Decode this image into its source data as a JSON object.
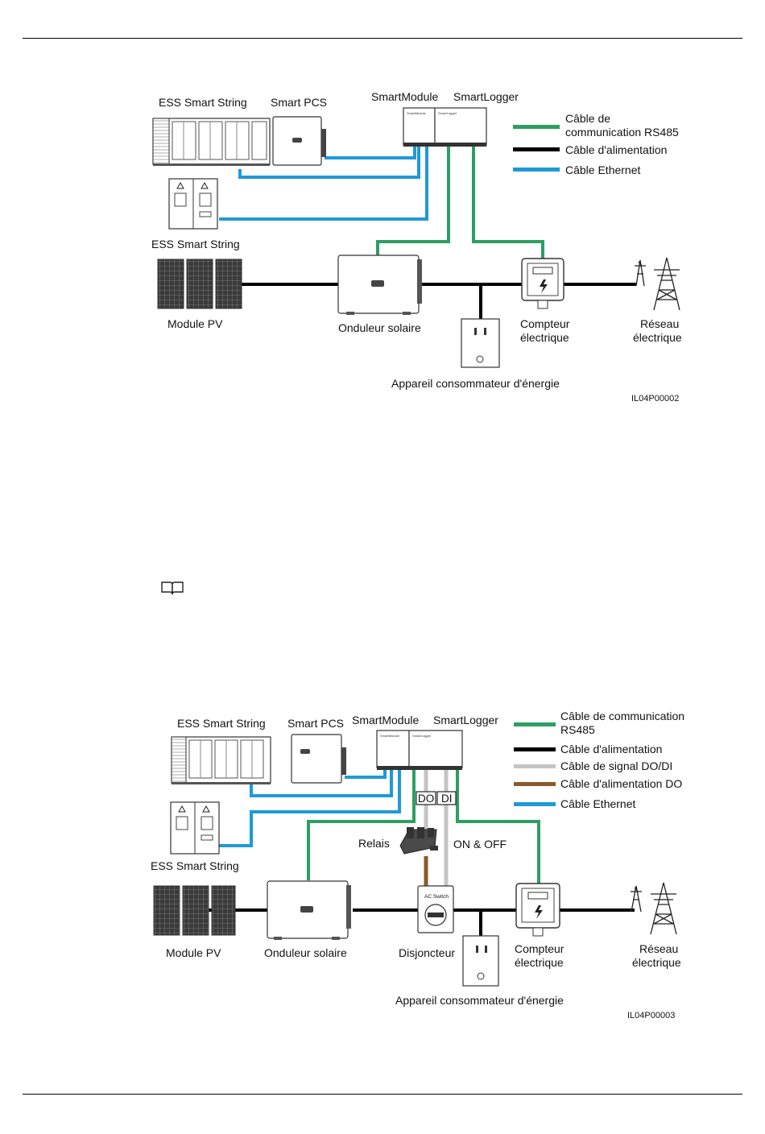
{
  "figure1": {
    "labels": {
      "ess_smart_string_top": "ESS Smart String",
      "smart_pcs": "Smart PCS",
      "smartmodule": "SmartModule",
      "smartlogger": "SmartLogger",
      "ess_smart_string_bottom": "ESS Smart String",
      "module_pv": "Module PV",
      "onduleur": "Onduleur solaire",
      "compteur_l1": "Compteur",
      "compteur_l2": "électrique",
      "reseau_l1": "Réseau",
      "reseau_l2": "électrique",
      "appareil": "Appareil consommateur d'énergie",
      "figure_code": "IL04P00002",
      "dev_smartmodule": "SmartModule",
      "dev_smartlogger": "SmartLogger"
    },
    "legend": {
      "rs485_l1": "Câble de",
      "rs485_l2": "communication RS485",
      "power": "Câble d'alimentation",
      "ethernet": "Câble Ethernet"
    }
  },
  "figure2": {
    "labels": {
      "ess_smart_string_top": "ESS Smart String",
      "smart_pcs": "Smart PCS",
      "smartmodule": "SmartModule",
      "smartlogger": "SmartLogger",
      "ess_smart_string_bottom": "ESS Smart String",
      "module_pv": "Module PV",
      "onduleur": "Onduleur solaire",
      "disjoncteur": "Disjoncteur",
      "compteur_l1": "Compteur",
      "compteur_l2": "électrique",
      "reseau_l1": "Réseau",
      "reseau_l2": "électrique",
      "appareil": "Appareil consommateur d'énergie",
      "relais": "Relais",
      "on_off": "ON & OFF",
      "do_box": "DO",
      "di_box": "DI",
      "ac_switch": "AC Switch",
      "figure_code": "IL04P00003",
      "dev_smartmodule": "SmartModule",
      "dev_smartlogger": "SmartLogger"
    },
    "legend": {
      "rs485_l1": "Câble de communication",
      "rs485_l2": "RS485",
      "power": "Câble d'alimentation",
      "signal": "Câble de signal DO/DI",
      "do_power": "Câble d'alimentation DO",
      "ethernet": "Câble Ethernet"
    }
  },
  "colors": {
    "rs485": "#2e9e63",
    "power": "#000000",
    "ethernet": "#1f9ad6",
    "signal": "#c4c4c4",
    "do_power": "#8a5a2b"
  },
  "icons": [
    "book-note-icon",
    "solar-panel-icon",
    "transmission-tower-icon",
    "power-outlet-icon",
    "energy-meter-icon"
  ]
}
